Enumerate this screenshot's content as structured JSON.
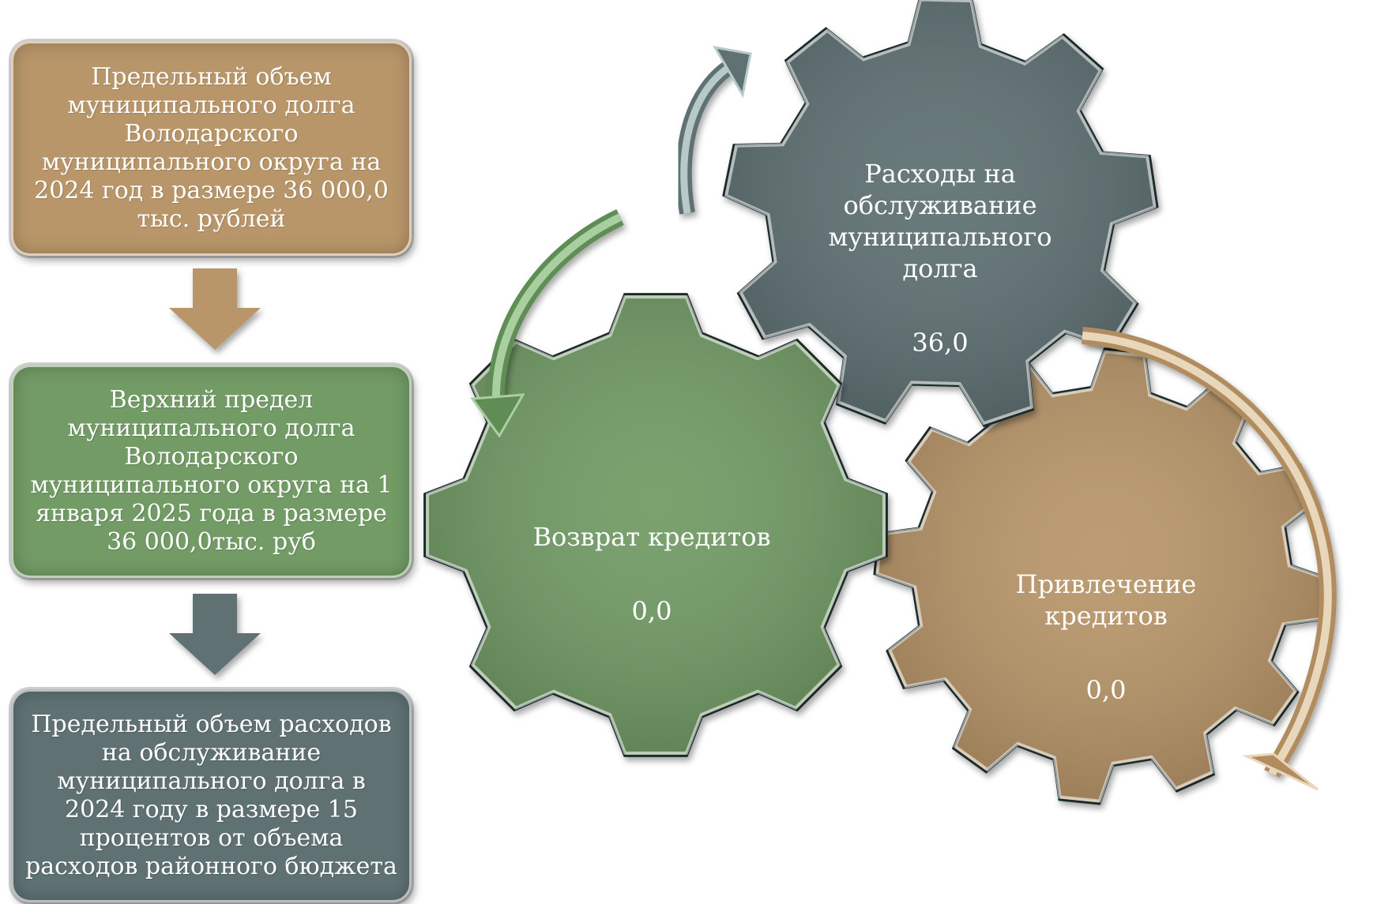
{
  "boxes": [
    {
      "text": "Предельный объем\nмуниципального долга\nВолодарского\nмуниципального округа на\n2024 год в размере 36 000,0\nтыс. рублей",
      "color": "#b89669"
    },
    {
      "text": "Верхний предел\nмуниципального долга\nВолодарского\nмуниципального округа на 1\nянваря 2025 года в размере\n36 000,0тыс. руб",
      "color": "#729b65"
    },
    {
      "text": "Предельный объем расходов\nна обслуживание\nмуниципального долга в\n2024 году в размере 15\nпроцентов от объема\nрасходов районного бюджета",
      "color": "#5f7173"
    }
  ],
  "gears": {
    "green": {
      "label": "Возврат кредитов",
      "value": "0,0",
      "color": "#729b65"
    },
    "gray": {
      "label": "Расходы на\nобслуживание\nмуниципального\nдолга",
      "value": "36,0",
      "color": "#5f7173"
    },
    "tan": {
      "label": "Привлечение\nкредитов",
      "value": "0,0",
      "color": "#b89669"
    }
  },
  "arrow_colors": {
    "down_1": "#b89669",
    "down_2": "#5f7173"
  }
}
